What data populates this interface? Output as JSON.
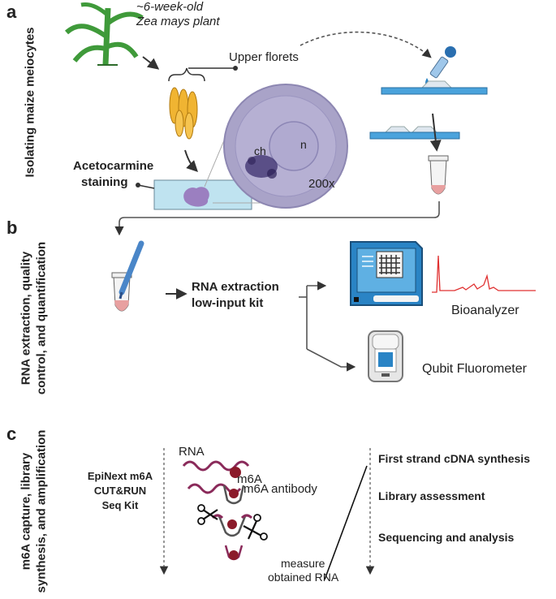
{
  "panels": {
    "a": {
      "letter": "a",
      "side_title": "Isolating maize meiocytes",
      "plant_label_line1": "~6-week-old",
      "plant_label_line2": "Zea mays plant",
      "florets_label": "Upper florets",
      "stain_label_line1": "Acetocarmine",
      "stain_label_line2": "staining",
      "micro_label_ch": "ch",
      "micro_label_n": "n",
      "magnification": "200x"
    },
    "b": {
      "letter": "b",
      "side_title_line1": "RNA extraction, quality",
      "side_title_line2": "control, and quantification",
      "kit_line1": "RNA extraction",
      "kit_line2": "low-input kit",
      "bioanalyzer": "Bioanalyzer",
      "qubit": "Qubit Fluorometer"
    },
    "c": {
      "letter": "c",
      "side_title_line1": "m6A capture, library",
      "side_title_line2": "synthesis, and amplification",
      "kit_line1": "EpiNext m6A",
      "kit_line2": "CUT&RUN",
      "kit_line3": "Seq Kit",
      "rna_label": "RNA",
      "m6a_label": "m6A",
      "antibody_label": "m6A antibody",
      "measure_line1": "measure",
      "measure_line2": "obtained RNA",
      "steps": [
        "First strand cDNA synthesis",
        "Library assessment",
        "Sequencing and analysis"
      ]
    }
  },
  "colors": {
    "plant_green": "#3f9a3a",
    "floret_yellow": "#f0b432",
    "stain_purple": "#9b7fc0",
    "slide_blue": "#4aa3dc",
    "chip_blue": "#2a84c5",
    "trace_red": "#e03030",
    "tube_pink": "#e8a0a0",
    "rna_purple": "#8a2a5a",
    "m6a_red": "#8b1a2a"
  }
}
